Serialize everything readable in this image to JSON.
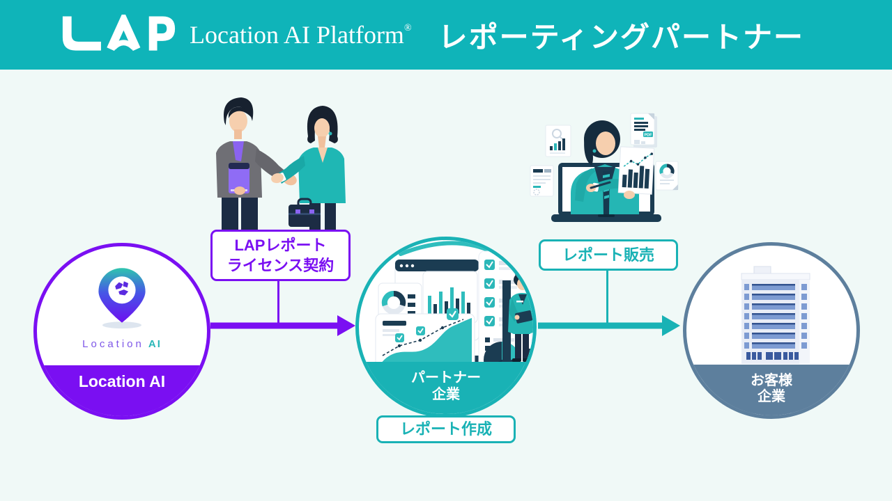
{
  "header": {
    "logo_text": "LAP",
    "product_name": "Location AI Platform",
    "registered_mark": "®",
    "page_title": "レポーティングパートナー"
  },
  "nodes": {
    "location_ai": {
      "wordmark_location": "Location",
      "wordmark_ai": "AI",
      "band_label": "Location AI"
    },
    "partner_company": {
      "band_line1": "パートナー",
      "band_line2": "企業"
    },
    "customer_company": {
      "band_line1": "お客様",
      "band_line2": "企業"
    }
  },
  "labels": {
    "license_line1": "LAPレポート",
    "license_line2": "ライセンス契約",
    "report_create": "レポート作成",
    "report_sales": "レポート販売"
  },
  "icons": {
    "pdf_badge": "PDF"
  },
  "colors": {
    "header-teal": "#0fb4b9",
    "background-mint": "#f0f9f7",
    "accent-teal": "#19b2b5",
    "accent-purple": "#7a0ff2",
    "accent-bluegray": "#5d7f9d",
    "illustration-navy": "#1b3c52"
  }
}
